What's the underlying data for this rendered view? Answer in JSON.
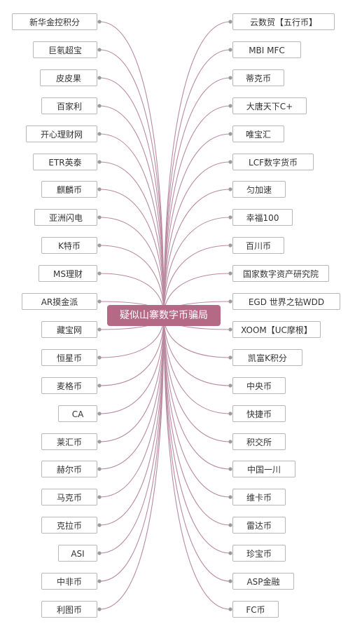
{
  "center": {
    "label": "疑似山寨数字币骗局"
  },
  "left_nodes": [
    "新华金控积分",
    "巨氡超宝",
    "皮皮果",
    "百家利",
    "开心理财网",
    "ETR英泰",
    "麒麟币",
    "亚洲闪电",
    "K特币",
    "MS理财",
    "AR摸金派",
    "藏宝网",
    "恒星币",
    "麦格币",
    "CA",
    "莱汇币",
    "赫尔币",
    "马克币",
    "克拉币",
    "ASI",
    "中非币",
    "利图币"
  ],
  "right_nodes": [
    "云数贸【五行币】",
    "MBI MFC",
    "蒂克币",
    "大唐天下C+",
    "唯宝汇",
    "LCF数字货币",
    "匀加速",
    "幸福100",
    "百川币",
    "国家数字资产研究院",
    "EGD 世界之钻WDD",
    "XOOM【UC摩根】",
    "凯富K积分",
    "中央币",
    "快捷币",
    "积交所",
    "中国一川",
    "维卡币",
    "雷达币",
    "珍宝币",
    "ASP金融",
    "FC币"
  ],
  "colors": {
    "center": "#b46a85",
    "line": "#b98aa0",
    "border": "#b8b8b8"
  }
}
